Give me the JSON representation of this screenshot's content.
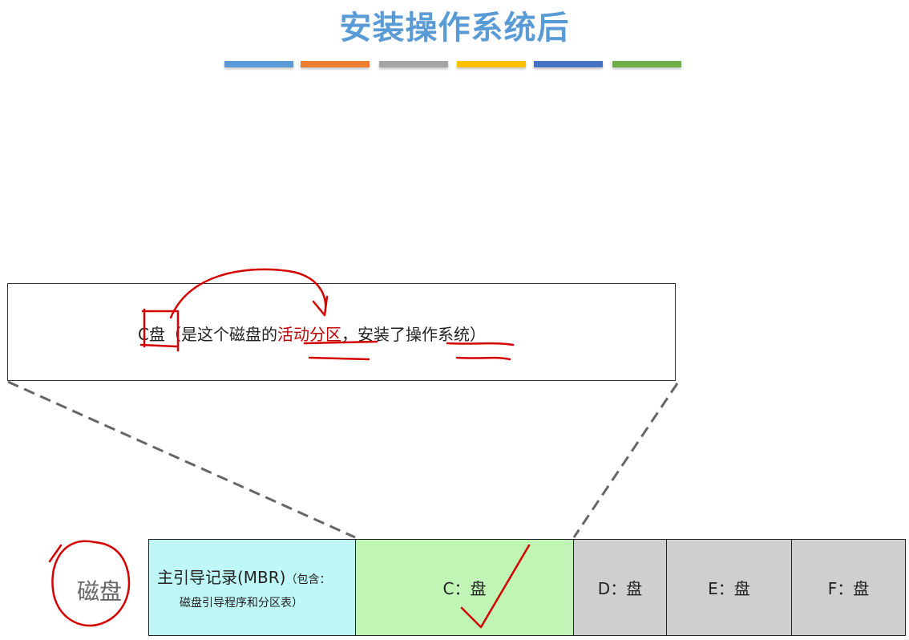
{
  "title": "安装操作系统后",
  "color_bars": [
    "#5b9bd5",
    "#ed7d31",
    "#a5a5a5",
    "#ffc000",
    "#4472c4",
    "#70ad47"
  ],
  "zoom_box": {
    "c_drive": "C盘",
    "paren_open": "（是这个磁盘的",
    "active_partition": "活动分区",
    "middle": "，安装了",
    "os": "操作系统",
    "paren_close": "）"
  },
  "disk_label": "磁盘",
  "segments": {
    "mbr_line1_main": "主引导记录(MBR)",
    "mbr_line1_small": "（包含：",
    "mbr_line2": "磁盘引导程序和分区表）",
    "c": "C：盘",
    "d": "D：盘",
    "e": "E：盘",
    "f": "F：盘"
  },
  "colors": {
    "mbr_fill": "#bff7f7",
    "c_fill": "#c0f5b5",
    "other_fill": "#cfcfcf",
    "annotation_red": "#d40000"
  }
}
